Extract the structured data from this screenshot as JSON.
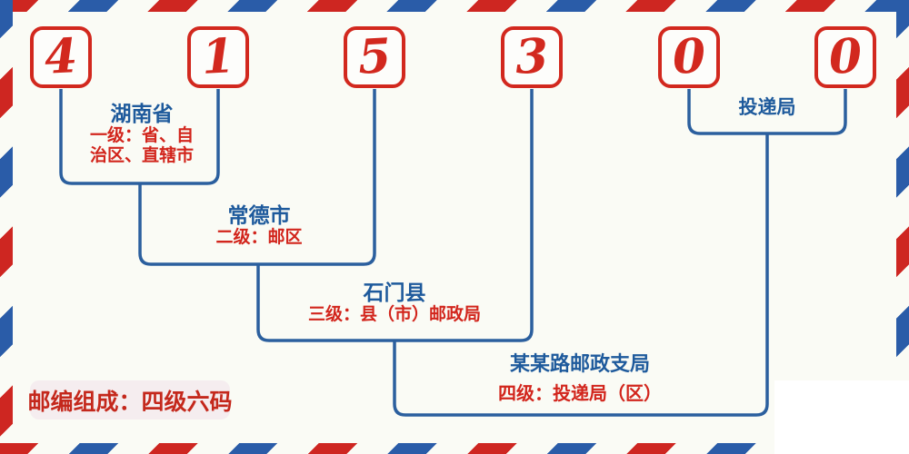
{
  "postal_code": "415300",
  "digits": [
    "4",
    "1",
    "5",
    "3",
    "0",
    "0"
  ],
  "labels": {
    "level1": {
      "name": "湖南省",
      "desc1": "一级：省、自",
      "desc2": "治区、直辖市"
    },
    "level2": {
      "name": "常德市",
      "desc": "二级：邮区"
    },
    "level3": {
      "name": "石门县",
      "desc": "三级：县（市）邮政局"
    },
    "level4": {
      "name": "某某路邮政支局",
      "desc": "四级：投递局（区）"
    },
    "delivery": {
      "name": "投递局"
    }
  },
  "badge": {
    "text": "邮编组成：四级六码"
  },
  "colors": {
    "background": "#fafbf5",
    "stripe_red": "#ce2621",
    "stripe_blue": "#2a5ca8",
    "digit_red": "#d2281e",
    "line_blue": "#2b5f9e",
    "name_blue": "#1e5a9c",
    "desc_red": "#d2251c",
    "badge_bg": "#f5edef",
    "badge_text": "#c4281c"
  }
}
